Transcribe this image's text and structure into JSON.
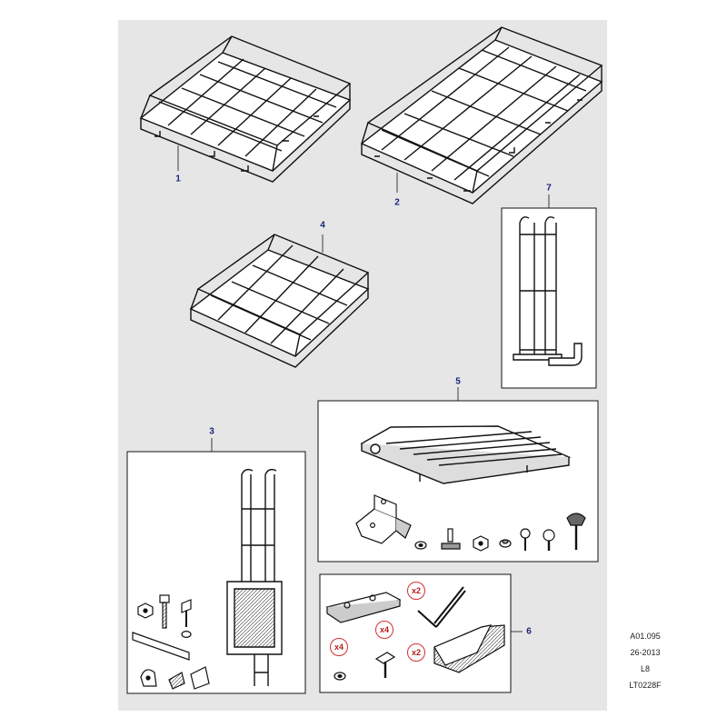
{
  "callouts": {
    "c1": "1",
    "c2": "2",
    "c3": "3",
    "c4": "4",
    "c5": "5",
    "c6": "6",
    "c7": "7"
  },
  "quantities": {
    "q_plate": "x2",
    "q_bolt": "x4",
    "q_washer": "x4",
    "q_bracket": "x2"
  },
  "reference": {
    "code": "A01.095",
    "date": "26-2013",
    "variant": "L8",
    "drawing": "LT0228F"
  },
  "colors": {
    "background": "#e6e6e6",
    "line": "#111111",
    "callout": "#1a237e",
    "qty_ring": "#d32f2f"
  }
}
